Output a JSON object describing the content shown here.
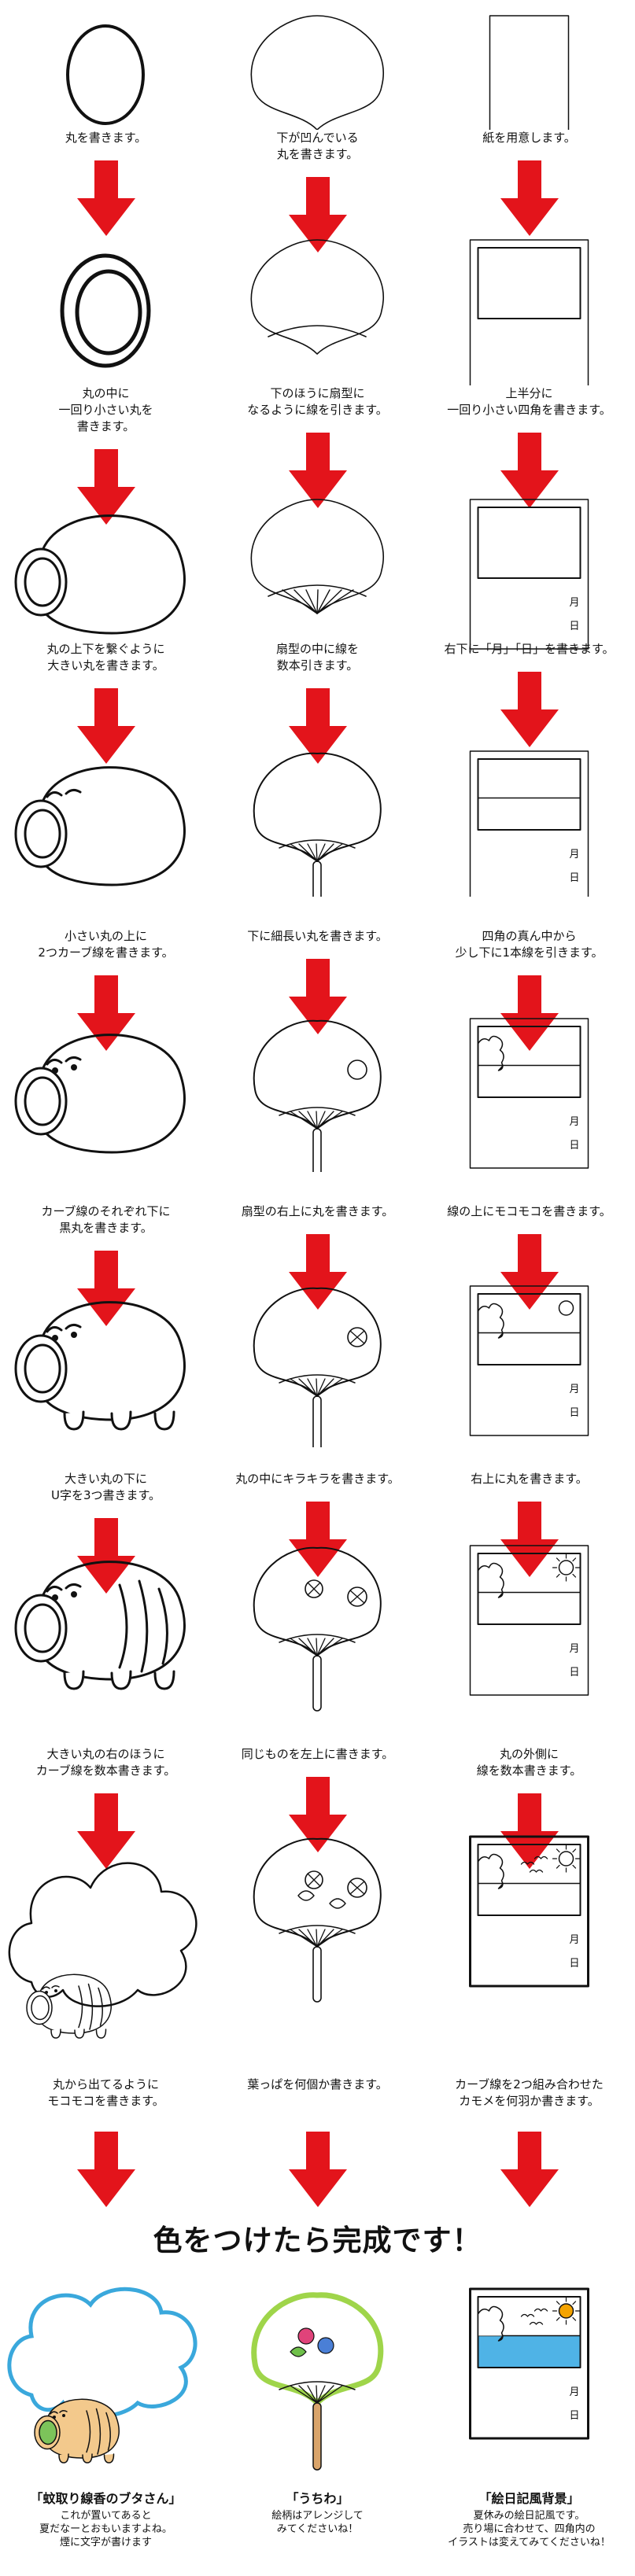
{
  "colors": {
    "arrow": "#e3141b",
    "line": "#111111",
    "sky": "#4fb3e6",
    "fan_rim": "#9fd54a",
    "pig_bg": "#f3c98c",
    "cloud_edge": "#3aa8dc",
    "sun": "#f4a300"
  },
  "columns": [
    {
      "id": "pig",
      "steps": [
        "丸を書きます。",
        "丸の中に\n一回り小さい丸を\n書きます。",
        "丸の上下を繋ぐように\n大きい丸を書きます。",
        "小さい丸の上に\n2つカーブ線を書きます。",
        "カーブ線のそれぞれ下に\n黒丸を書きます。",
        "大きい丸の下に\nU字を3つ書きます。",
        "大きい丸の右のほうに\nカーブ線を数本書きます。",
        "丸から出てるように\nモコモコを書きます。"
      ],
      "final_name": "「蚊取り線香のブタさん」",
      "final_desc": "これが置いてあると\n夏だなーとおもいますよね。\n煙に文字が書けます"
    },
    {
      "id": "fan",
      "steps": [
        "下が凹んでいる\n丸を書きます。",
        "下のほうに扇型に\nなるように線を引きます。",
        "扇型の中に線を\n数本引きます。",
        "下に細長い丸を書きます。",
        "扇型の右上に丸を書きます。",
        "丸の中にキラキラを書きます。",
        "同じものを左上に書きます。",
        "葉っぱを何個か書きます。"
      ],
      "final_name": "「うちわ」",
      "final_desc": "絵柄はアレンジして\nみてくださいね！"
    },
    {
      "id": "card",
      "steps": [
        "紙を用意します。",
        "上半分に\n一回り小さい四角を書きます。",
        "右下に「月」「日」を書きます。",
        "四角の真ん中から\n少し下に1本線を引きます。",
        "線の上にモコモコを書きます。",
        "右上に丸を書きます。",
        "丸の外側に\n線を数本書きます。",
        "カーブ線を2つ組み合わせた\nカモメを何羽か書きます。"
      ],
      "final_name": "「絵日記風背景」",
      "final_desc": "夏休みの絵日記風です。\n売り場に合わせて、四角内の\nイラストは変えてみてくださいね！"
    }
  ],
  "card_labels": {
    "month": "月",
    "day": "日"
  },
  "final_heading": "色をつけたら完成です！"
}
